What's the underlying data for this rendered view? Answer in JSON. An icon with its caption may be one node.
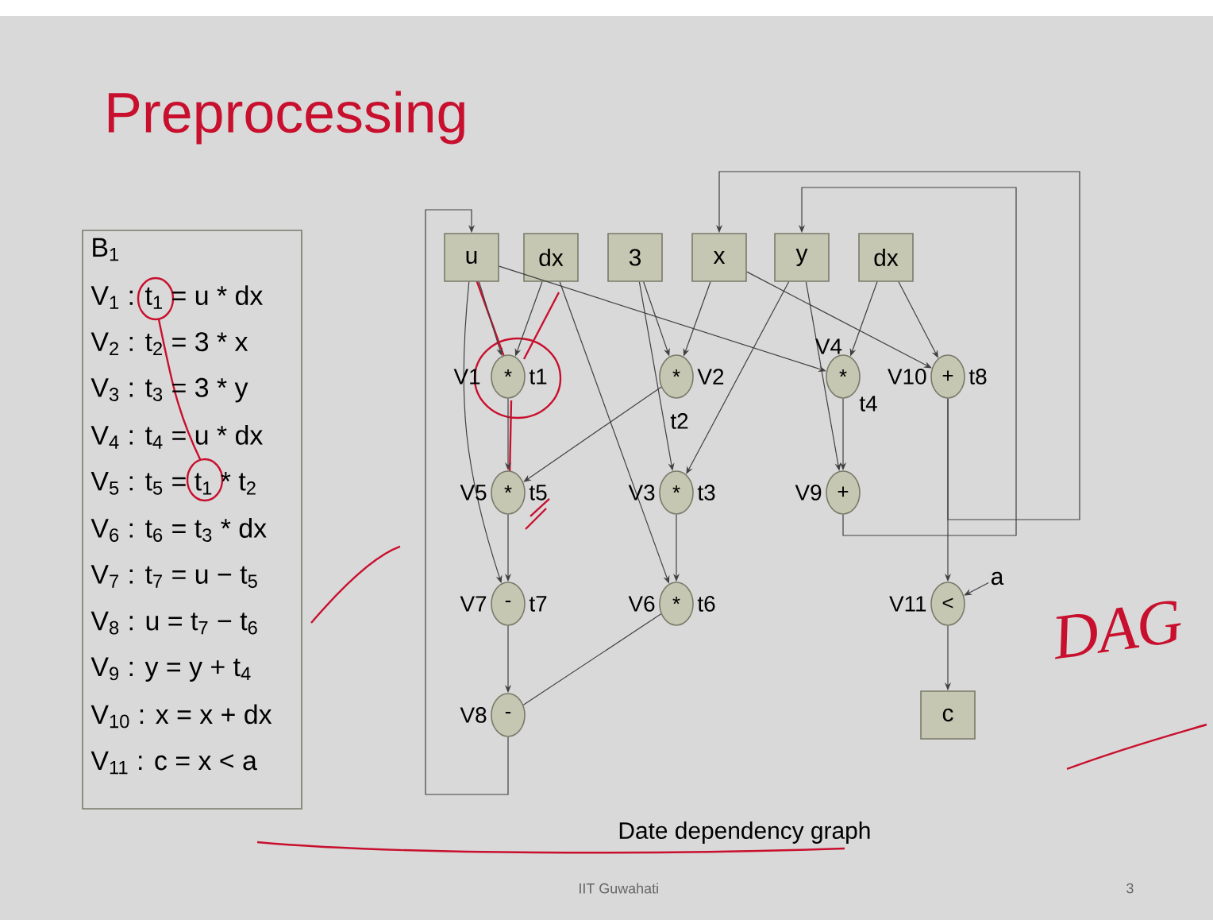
{
  "diagram": {
    "title": "Preprocessing",
    "nodes": [
      {
        "text": [
          "B$_{1}$",
          "V$_{1}$ : t$_{1}$ = u * dx",
          "V$_{2}$ : t$_{2}$ = 3 * x",
          "V$_{3}$ : t$_{3}$ = 3 * y",
          "V$_{4}$ : t$_{4}$ = u * dx",
          "V$_{5}$ : t$_{5}$ = t$_{1}$ * t$_{2}$",
          "V$_{6}$ : t$_{6}$ = t$_{3}$ * dx",
          "V$_{7}$ : t$_{7}$ = u − t$_{5}$",
          "V$_{8}$ : u = t$_{7}$ − t$_{6}$",
          "V$_{9}$ : y = y + t$_{4}$",
          "V$_{10}$ : x = x + dx",
          "V$_{11}$ : c = x < a"
        ]
      },
      {
        "text": [
          "u"
        ]
      },
      {
        "text": [
          "dx"
        ]
      },
      {
        "text": [
          "3"
        ]
      },
      {
        "text": [
          "x"
        ]
      },
      {
        "text": [
          "y"
        ]
      },
      {
        "text": [
          "dx"
        ]
      },
      {
        "text": [
          "*"
        ],
        "beside": [
          "V1",
          "t1"
        ]
      },
      {
        "text": [
          "*"
        ],
        "beside": [
          "V2",
          "t2"
        ]
      },
      {
        "text": [
          "*"
        ],
        "beside": [
          "V4",
          "t4"
        ]
      },
      {
        "text": [
          "+"
        ],
        "beside": [
          "V10",
          "t8"
        ]
      },
      {
        "text": [
          "*"
        ],
        "beside": [
          "V5",
          "t5"
        ]
      },
      {
        "text": [
          "*"
        ],
        "beside": [
          "V3",
          "t3"
        ]
      },
      {
        "text": [
          "+"
        ],
        "beside": [
          "V9"
        ]
      },
      {
        "text": [
          "-"
        ],
        "beside": [
          "V7",
          "t7"
        ]
      },
      {
        "text": [
          "*"
        ],
        "beside": [
          "V6",
          "t6"
        ]
      },
      {
        "text": [
          "<"
        ],
        "beside": [
          "V11"
        ]
      },
      {
        "text": [
          "-"
        ],
        "beside": [
          "V8"
        ]
      },
      {
        "text": [
          "c"
        ]
      },
      {
        "text": [
          "a"
        ]
      }
    ],
    "edges": [
      {
        "from": 1,
        "to": 7,
        "arrow": "to"
      },
      {
        "from": 2,
        "to": 7,
        "arrow": "to"
      },
      {
        "from": 1,
        "to": 14,
        "arrow": "to"
      },
      {
        "from": 1,
        "to": 9,
        "arrow": "to"
      },
      {
        "from": 2,
        "to": 15,
        "arrow": "to"
      },
      {
        "from": 3,
        "to": 8,
        "arrow": "to"
      },
      {
        "from": 3,
        "to": 12,
        "arrow": "to"
      },
      {
        "from": 4,
        "to": 8,
        "arrow": "to"
      },
      {
        "from": 4,
        "to": 10,
        "arrow": "to"
      },
      {
        "from": 5,
        "to": 12,
        "arrow": "to"
      },
      {
        "from": 5,
        "to": 13,
        "arrow": "to"
      },
      {
        "from": 6,
        "to": 9,
        "arrow": "to"
      },
      {
        "from": 6,
        "to": 10,
        "arrow": "to"
      },
      {
        "from": 7,
        "to": 11,
        "arrow": "to"
      },
      {
        "from": 8,
        "to": 11,
        "arrow": "to"
      },
      {
        "from": 11,
        "to": 14,
        "arrow": "to"
      },
      {
        "from": 12,
        "to": 15,
        "arrow": "to"
      },
      {
        "from": 14,
        "to": 17,
        "arrow": "to"
      },
      {
        "from": 15,
        "to": 17,
        "arrow": "none"
      },
      {
        "from": 9,
        "to": 13,
        "arrow": "to"
      },
      {
        "from": 10,
        "to": 16,
        "arrow": "to"
      },
      {
        "from": 19,
        "to": 16,
        "arrow": "to"
      },
      {
        "from": 16,
        "to": 18,
        "arrow": "to"
      },
      {
        "from": 17,
        "to": 1,
        "arrow": "to"
      },
      {
        "from": 13,
        "to": 5,
        "arrow": "to"
      },
      {
        "from": 10,
        "to": 4,
        "arrow": "to"
      }
    ],
    "labels": [
      "Date dependency graph",
      "DAG",
      "IIT Guwahati",
      "3"
    ]
  }
}
